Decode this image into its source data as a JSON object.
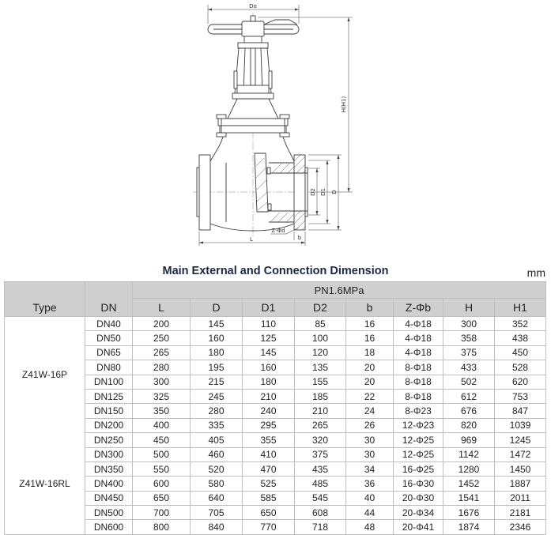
{
  "drawing": {
    "labels": {
      "do": "Do",
      "h": "H(H1)",
      "d": "D",
      "d1": "D1",
      "d2": "D2",
      "l": "L",
      "z": "Z-Φd",
      "b": "b"
    }
  },
  "title": "Main External and Connection Dimension",
  "unit": "mm",
  "table": {
    "type_header": "Type",
    "dn_header": "DN",
    "pressure_header": "PN1.6MPa",
    "columns": [
      "L",
      "D",
      "D1",
      "D2",
      "b",
      "Z-Φb",
      "H",
      "H1"
    ],
    "groups": [
      {
        "type": "Z41W-16P",
        "rows": [
          [
            "DN40",
            "200",
            "145",
            "110",
            "85",
            "16",
            "4-Φ18",
            "300",
            "352"
          ],
          [
            "DN50",
            "250",
            "160",
            "125",
            "100",
            "16",
            "4-Φ18",
            "358",
            "438"
          ],
          [
            "DN65",
            "265",
            "180",
            "145",
            "120",
            "18",
            "4-Φ18",
            "375",
            "450"
          ],
          [
            "DN80",
            "280",
            "195",
            "160",
            "135",
            "20",
            "8-Φ18",
            "433",
            "528"
          ],
          [
            "DN100",
            "300",
            "215",
            "180",
            "155",
            "20",
            "8-Φ18",
            "502",
            "620"
          ],
          [
            "DN125",
            "325",
            "245",
            "210",
            "185",
            "22",
            "8-Φ18",
            "612",
            "753"
          ],
          [
            "DN150",
            "350",
            "280",
            "240",
            "210",
            "24",
            "8-Φ23",
            "676",
            "847"
          ],
          [
            "DN200",
            "400",
            "335",
            "295",
            "265",
            "26",
            "12-Φ23",
            "820",
            "1039"
          ]
        ]
      },
      {
        "type": "Z41W-16RL",
        "rows": [
          [
            "DN250",
            "450",
            "405",
            "355",
            "320",
            "30",
            "12-Φ25",
            "969",
            "1245"
          ],
          [
            "DN300",
            "500",
            "460",
            "410",
            "375",
            "30",
            "12-Φ25",
            "1142",
            "1472"
          ],
          [
            "DN350",
            "550",
            "520",
            "470",
            "435",
            "34",
            "16-Φ25",
            "1280",
            "1450"
          ],
          [
            "DN400",
            "600",
            "580",
            "525",
            "485",
            "36",
            "16-Φ30",
            "1452",
            "1887"
          ],
          [
            "DN450",
            "650",
            "640",
            "585",
            "545",
            "40",
            "20-Φ30",
            "1541",
            "2011"
          ],
          [
            "DN500",
            "700",
            "705",
            "650",
            "608",
            "44",
            "20-Φ34",
            "1676",
            "2181"
          ],
          [
            "DN600",
            "800",
            "840",
            "770",
            "718",
            "48",
            "20-Φ41",
            "1874",
            "2346"
          ]
        ]
      }
    ]
  },
  "colors": {
    "title": "#1c2742",
    "header_bg": "#cfcfcf",
    "border": "#bfbfbf"
  }
}
